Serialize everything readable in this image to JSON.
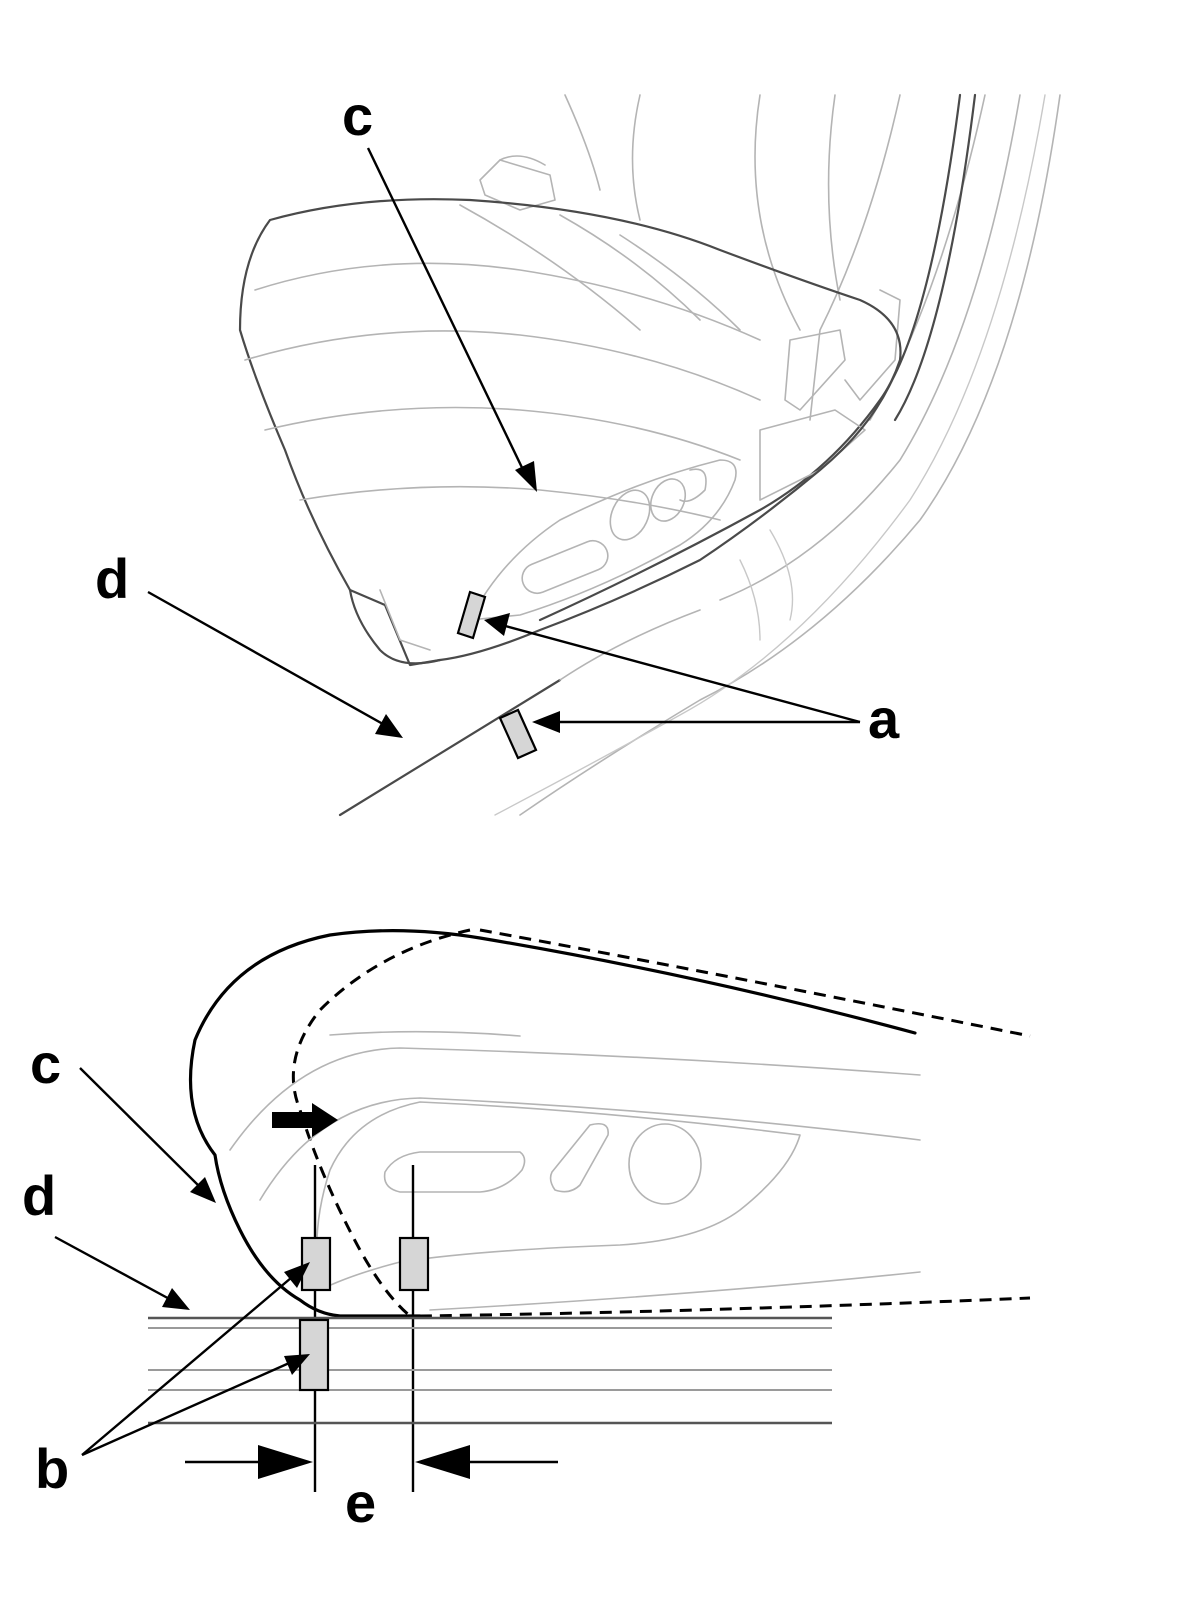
{
  "labels": {
    "top": {
      "c": "c",
      "d": "d",
      "a": "a"
    },
    "bottom": {
      "c": "c",
      "d": "d",
      "b": "b",
      "e": "e"
    }
  },
  "colors": {
    "line": "#000000",
    "outline_light": "#b4b4b4",
    "clip_fill": "#d6d6d6",
    "background": "#ffffff"
  },
  "icons": {
    "movement_arrow": "right-arrow-icon"
  }
}
